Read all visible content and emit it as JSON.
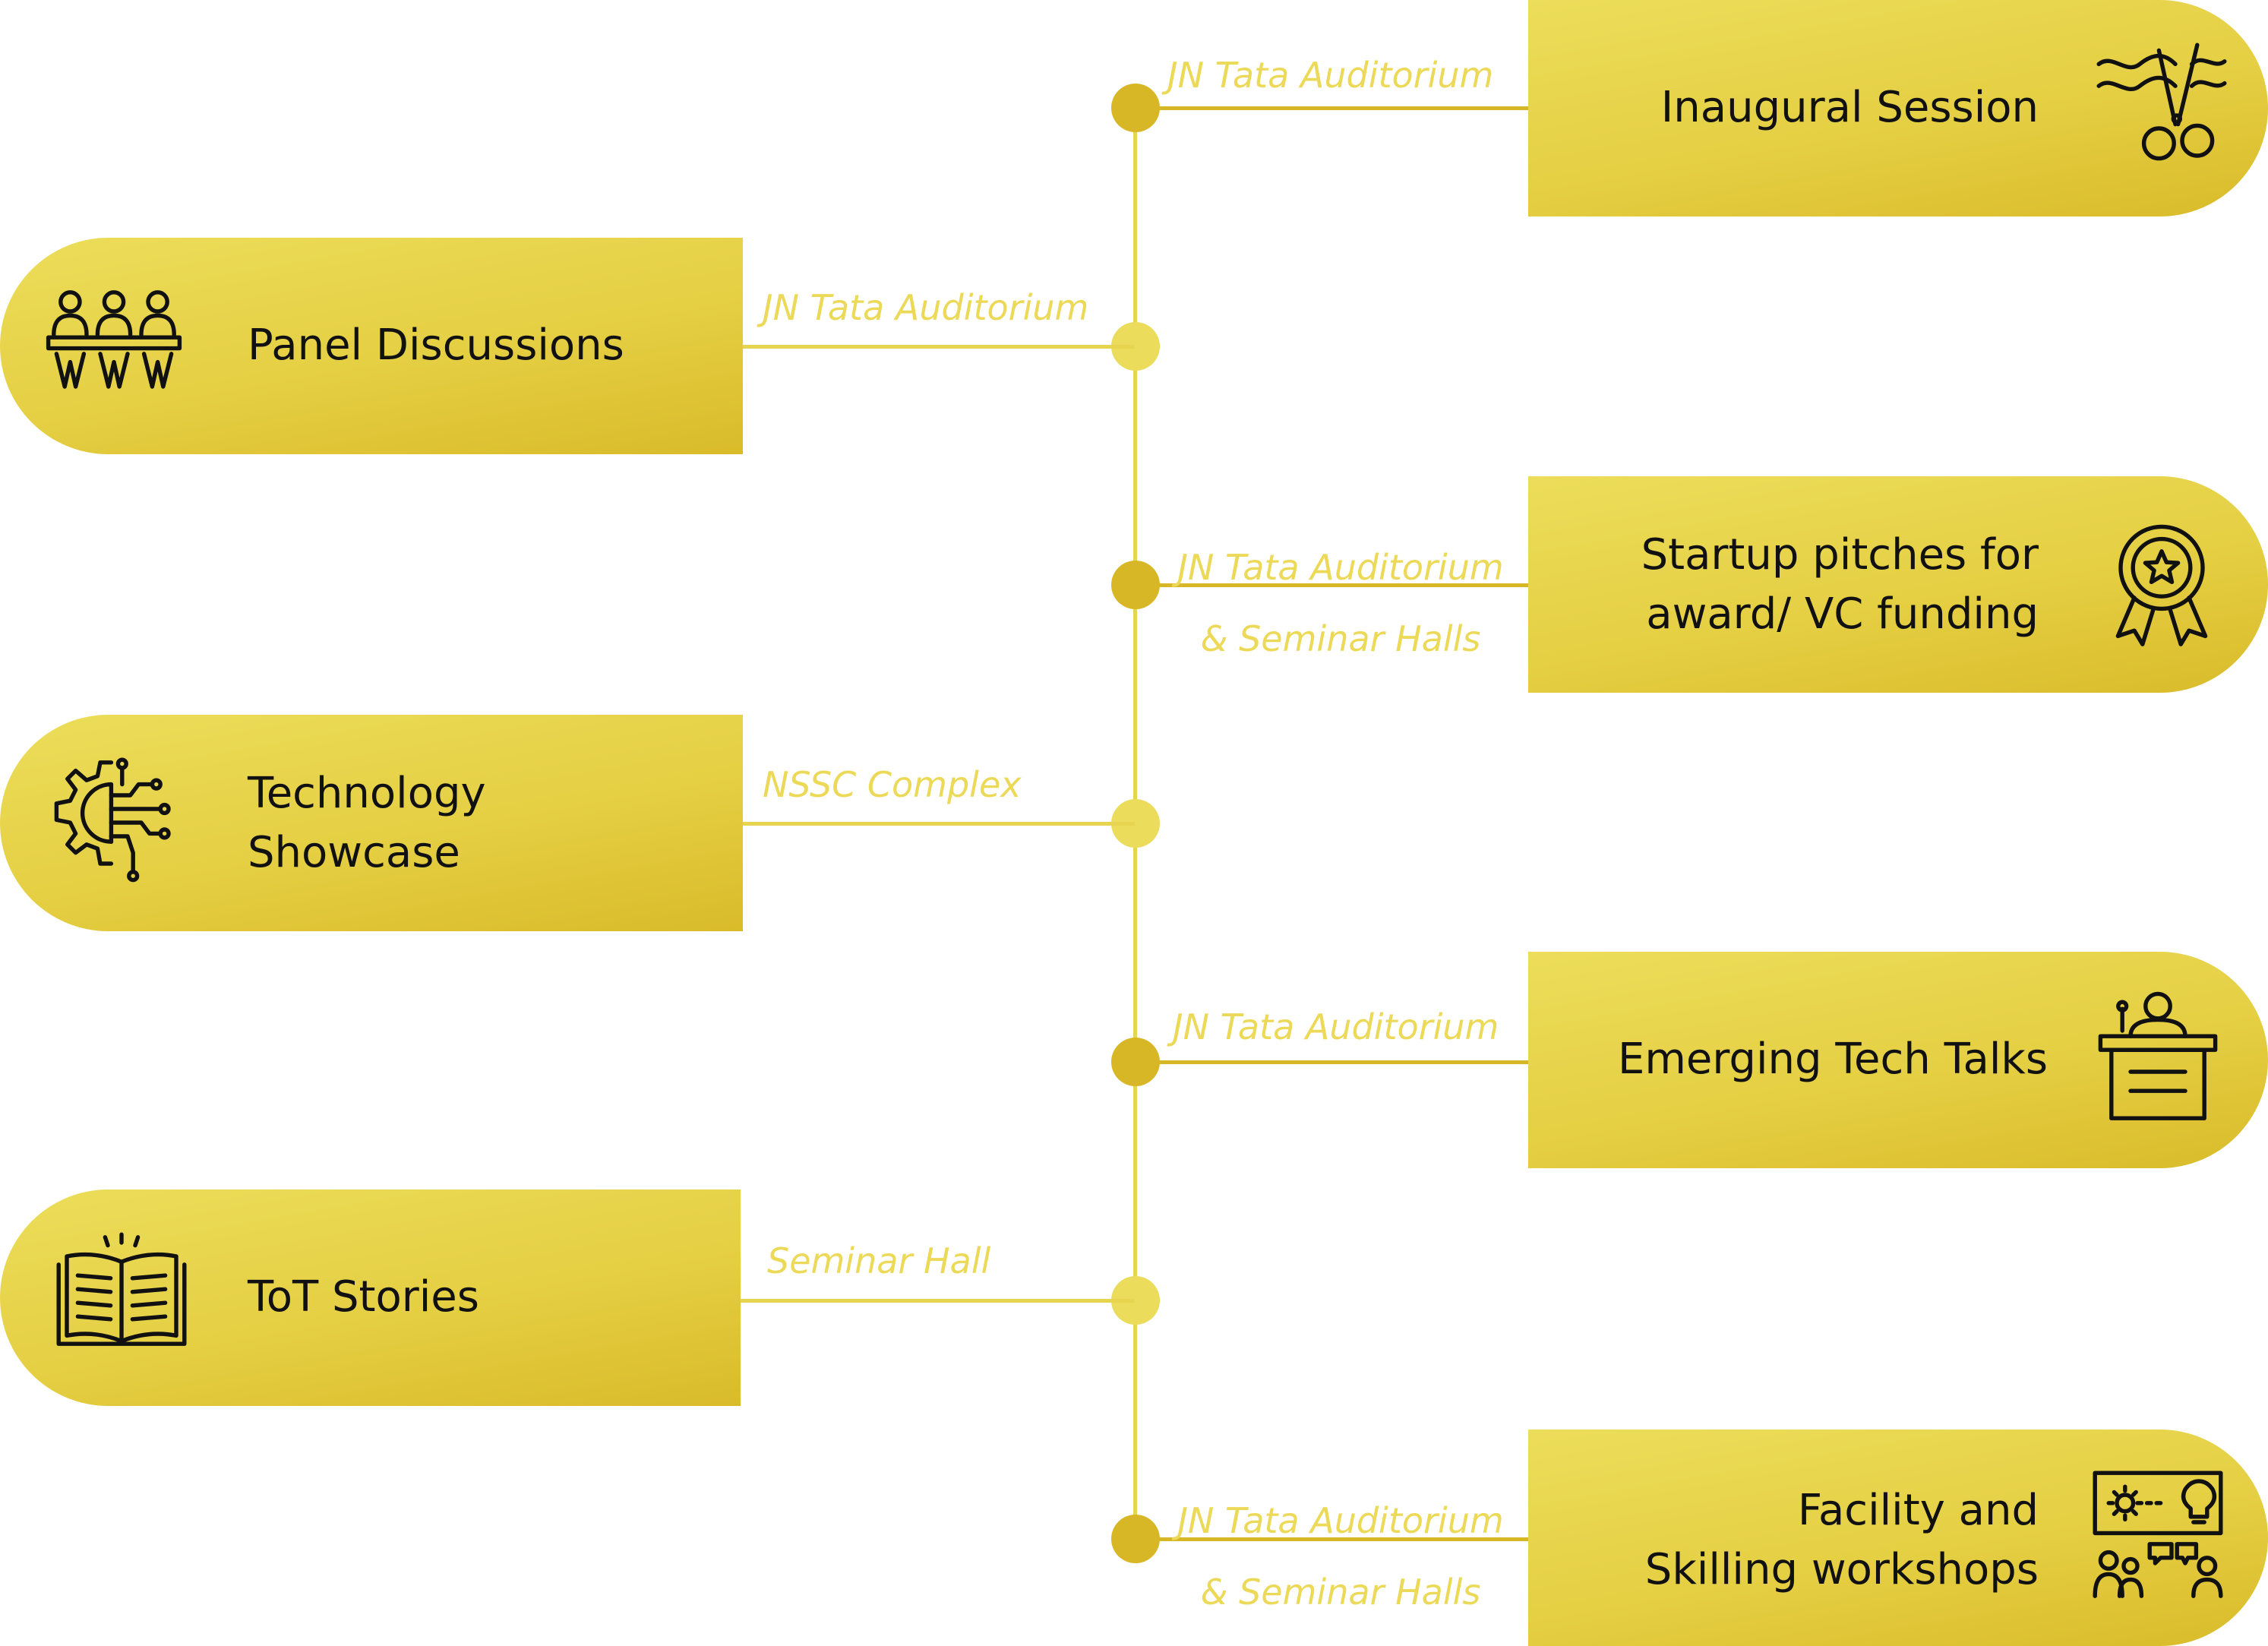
{
  "colors": {
    "accent_dark": "#d8b726",
    "accent_light": "#ebdc5c",
    "text": "#111111"
  },
  "sessions": [
    {
      "title": [
        "Inaugural Session"
      ],
      "venue": [
        "JN Tata Auditorium"
      ],
      "icon": "ribbon-cutting-icon"
    },
    {
      "title": [
        "Panel Discussions"
      ],
      "venue": [
        "JN Tata Auditorium"
      ],
      "icon": "panel-discussion-icon"
    },
    {
      "title": [
        "Startup pitches for",
        "award/ VC funding"
      ],
      "venue": [
        "JN Tata Auditorium",
        "& Seminar Halls"
      ],
      "icon": "award-medal-icon"
    },
    {
      "title": [
        "Technology",
        "Showcase"
      ],
      "venue": [
        "NSSC Complex"
      ],
      "icon": "technology-gear-icon"
    },
    {
      "title": [
        "Emerging Tech Talks"
      ],
      "venue": [
        "JN Tata Auditorium"
      ],
      "icon": "speaker-podium-icon"
    },
    {
      "title": [
        "ToT Stories"
      ],
      "venue": [
        "Seminar Hall"
      ],
      "icon": "open-book-icon"
    },
    {
      "title": [
        "Facility and",
        "Skilling workshops"
      ],
      "venue": [
        "JN Tata Auditorium",
        "& Seminar Halls"
      ],
      "icon": "workshop-presentation-icon"
    }
  ]
}
